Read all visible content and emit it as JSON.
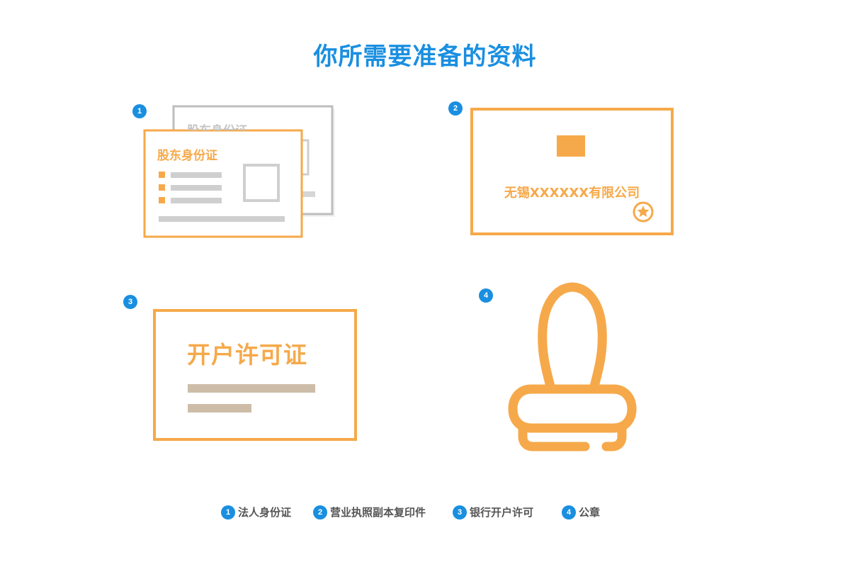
{
  "title": "你所需要准备的资料",
  "colors": {
    "accent": "#f6a94a",
    "blue": "#1a8fe0",
    "grey": "#c8c8c8",
    "tan": "#cdbda8"
  },
  "items": [
    {
      "num": "1",
      "label": "法人身份证"
    },
    {
      "num": "2",
      "label": "营业执照副本复印件"
    },
    {
      "num": "3",
      "label": "银行开户许可"
    },
    {
      "num": "4",
      "label": "公章"
    }
  ],
  "card1": {
    "back_title": "股东身份证",
    "front_title": "股东身份证"
  },
  "card2": {
    "company": "无锡XXXXXX有限公司"
  },
  "card3": {
    "title": "开户许可证"
  }
}
